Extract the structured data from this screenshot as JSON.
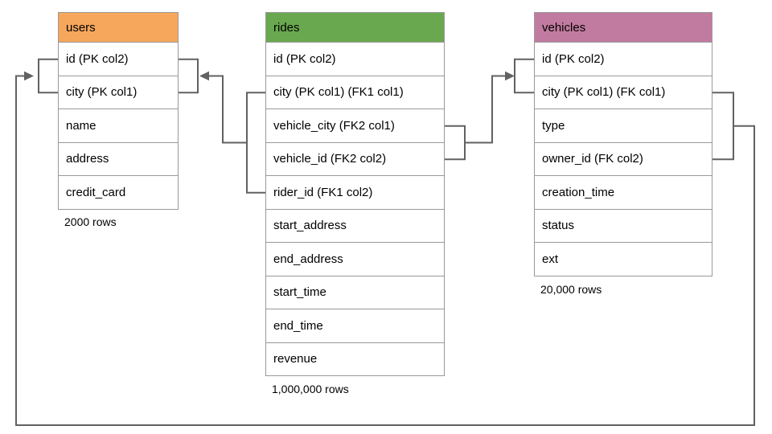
{
  "diagram": {
    "title": "database schema diagram",
    "colors": {
      "users_header": "#F6A75C",
      "rides_header": "#6AA84F",
      "vehicles_header": "#C27BA0",
      "table_border": "#999999",
      "connector_line": "#616161"
    },
    "tables": [
      {
        "name": "users",
        "header_color": "#F6A75C",
        "columns": [
          "id (PK col2)",
          "city (PK col1)",
          "name",
          "address",
          "credit_card"
        ],
        "row_count": "2000 rows"
      },
      {
        "name": "rides",
        "header_color": "#6AA84F",
        "columns": [
          "id (PK col2)",
          "city (PK col1) (FK1 col1)",
          "vehicle_city (FK2 col1)",
          "vehicle_id (FK2 col2)",
          "rider_id (FK1 col2)",
          "start_address",
          "end_address",
          "start_time",
          "end_time",
          "revenue"
        ],
        "row_count": "1,000,000 rows"
      },
      {
        "name": "vehicles",
        "header_color": "#C27BA0",
        "columns": [
          "id (PK col2)",
          "city (PK col1) (FK col1)",
          "type",
          "owner_id (FK col2)",
          "creation_time",
          "status",
          "ext"
        ],
        "row_count": "20,000 rows"
      }
    ],
    "relationships": [
      {
        "from": "rides.city, rides.rider_id (FK1)",
        "to": "users.city, users.id (PK)"
      },
      {
        "from": "rides.vehicle_city, rides.vehicle_id (FK2)",
        "to": "vehicles.city, vehicles.id (PK)"
      },
      {
        "from": "vehicles.city, vehicles.owner_id (FK)",
        "to": "users.city, users.id (PK)"
      }
    ]
  }
}
